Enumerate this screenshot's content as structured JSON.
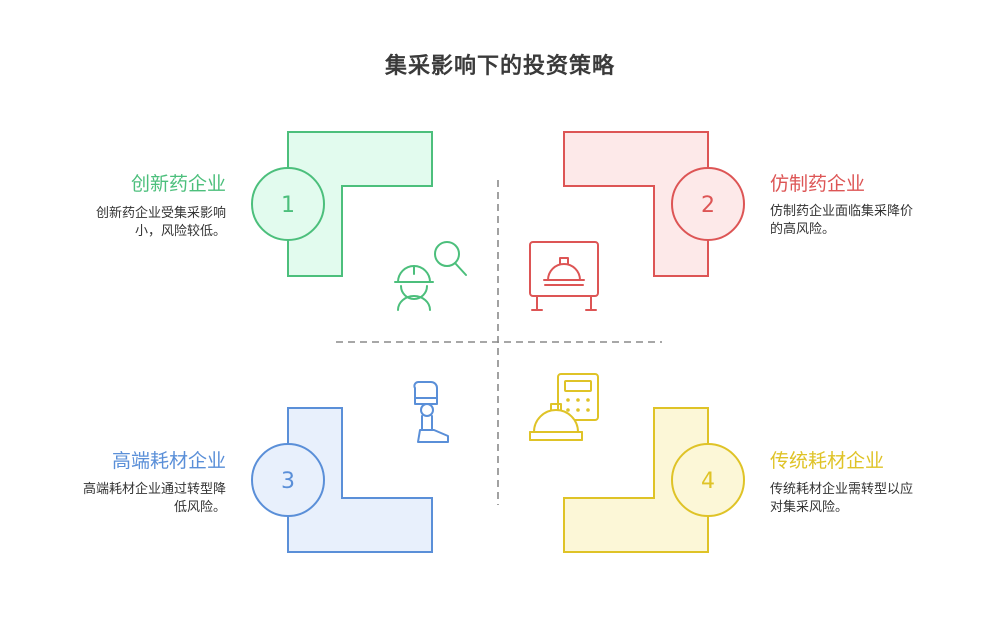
{
  "title": "集采影响下的投资策略",
  "colors": {
    "green": "#4cbf7c",
    "green_fill": "#e2fbee",
    "red": "#dd5555",
    "red_fill": "#fde9e9",
    "blue": "#5a8fd8",
    "blue_fill": "#e8f0fc",
    "yellow": "#dfc327",
    "yellow_fill": "#fcf7d7",
    "divider": "#8a8a8a"
  },
  "quadrants": [
    {
      "number": "1",
      "title": "创新药企业",
      "description_lines": [
        "创新药企业受集采影响",
        "小，风险较低。"
      ],
      "icon": "worker-magnifier-icon"
    },
    {
      "number": "2",
      "title": "仿制药企业",
      "description_lines": [
        "仿制药企业面临集采降价",
        "的高风险。"
      ],
      "icon": "hardhat-monitor-icon"
    },
    {
      "number": "3",
      "title": "高端耗材企业",
      "description_lines": [
        "高端耗材企业通过转型降",
        "低风险。"
      ],
      "icon": "prosthetic-leg-icon"
    },
    {
      "number": "4",
      "title": "传统耗材企业",
      "description_lines": [
        "传统耗材企业需转型以应",
        "对集采风险。"
      ],
      "icon": "hardhat-calculator-icon"
    }
  ]
}
